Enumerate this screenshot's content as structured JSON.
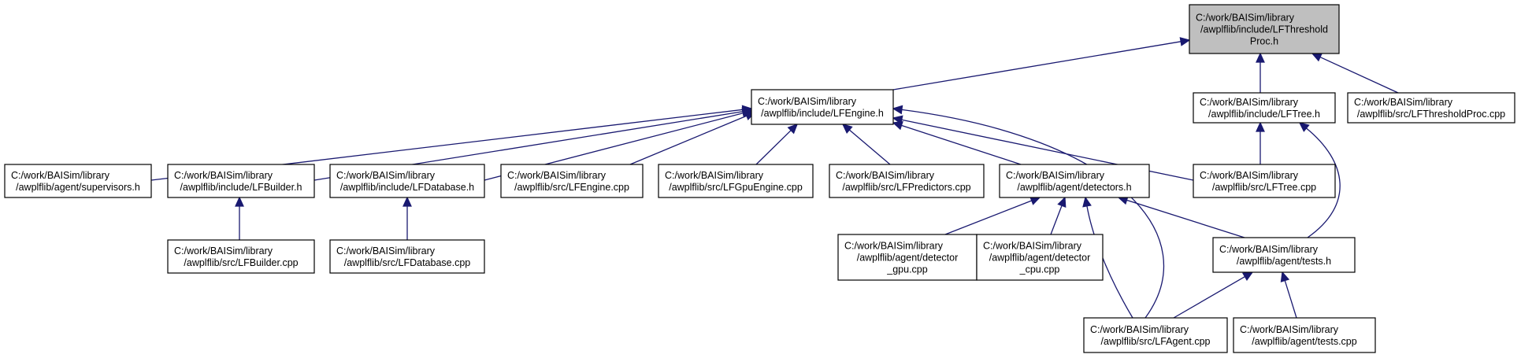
{
  "colors": {
    "edge": "#191970",
    "node_fill": "#ffffff",
    "root_fill": "#bfbfbf",
    "border": "#000000",
    "text": "#000000"
  },
  "nodes": [
    {
      "id": "lfthreshold_h",
      "lines": [
        "C:/work/BAISim/library",
        "/awplflib/include/LFThreshold",
        "Proc.h"
      ],
      "highlight": true
    },
    {
      "id": "lfengine_h",
      "lines": [
        "C:/work/BAISim/library",
        "/awplflib/include/LFEngine.h"
      ]
    },
    {
      "id": "lftree_h",
      "lines": [
        "C:/work/BAISim/library",
        "/awplflib/include/LFTree.h"
      ]
    },
    {
      "id": "lfthreshold_cpp",
      "lines": [
        "C:/work/BAISim/library",
        "/awplflib/src/LFThresholdProc.cpp"
      ]
    },
    {
      "id": "supervisors_h",
      "lines": [
        "C:/work/BAISim/library",
        "/awplflib/agent/supervisors.h"
      ]
    },
    {
      "id": "lfbuilder_h",
      "lines": [
        "C:/work/BAISim/library",
        "/awplflib/include/LFBuilder.h"
      ]
    },
    {
      "id": "lfdatabase_h",
      "lines": [
        "C:/work/BAISim/library",
        "/awplflib/include/LFDatabase.h"
      ]
    },
    {
      "id": "lfengine_cpp",
      "lines": [
        "C:/work/BAISim/library",
        "/awplflib/src/LFEngine.cpp"
      ]
    },
    {
      "id": "lfgpuengine_cpp",
      "lines": [
        "C:/work/BAISim/library",
        "/awplflib/src/LFGpuEngine.cpp"
      ]
    },
    {
      "id": "lfpredictors_cpp",
      "lines": [
        "C:/work/BAISim/library",
        "/awplflib/src/LFPredictors.cpp"
      ]
    },
    {
      "id": "detectors_h",
      "lines": [
        "C:/work/BAISim/library",
        "/awplflib/agent/detectors.h"
      ]
    },
    {
      "id": "lftree_cpp",
      "lines": [
        "C:/work/BAISim/library",
        "/awplflib/src/LFTree.cpp"
      ]
    },
    {
      "id": "lfbuilder_cpp",
      "lines": [
        "C:/work/BAISim/library",
        "/awplflib/src/LFBuilder.cpp"
      ]
    },
    {
      "id": "lfdatabase_cpp",
      "lines": [
        "C:/work/BAISim/library",
        "/awplflib/src/LFDatabase.cpp"
      ]
    },
    {
      "id": "detector_gpu_cpp",
      "lines": [
        "C:/work/BAISim/library",
        "/awplflib/agent/detector",
        "_gpu.cpp"
      ]
    },
    {
      "id": "detector_cpu_cpp",
      "lines": [
        "C:/work/BAISim/library",
        "/awplflib/agent/detector",
        "_cpu.cpp"
      ]
    },
    {
      "id": "tests_h",
      "lines": [
        "C:/work/BAISim/library",
        "/awplflib/agent/tests.h"
      ]
    },
    {
      "id": "lfagent_cpp",
      "lines": [
        "C:/work/BAISim/library",
        "/awplflib/src/LFAgent.cpp"
      ]
    },
    {
      "id": "tests_cpp",
      "lines": [
        "C:/work/BAISim/library",
        "/awplflib/agent/tests.cpp"
      ]
    }
  ],
  "edges": [
    {
      "from": "lfengine_h",
      "to": "lfthreshold_h"
    },
    {
      "from": "lftree_h",
      "to": "lfthreshold_h"
    },
    {
      "from": "lfthreshold_cpp",
      "to": "lfthreshold_h"
    },
    {
      "from": "supervisors_h",
      "to": "lfengine_h"
    },
    {
      "from": "lfbuilder_h",
      "to": "lfengine_h"
    },
    {
      "from": "lfdatabase_h",
      "to": "lfengine_h"
    },
    {
      "from": "lfengine_cpp",
      "to": "lfengine_h"
    },
    {
      "from": "lfgpuengine_cpp",
      "to": "lfengine_h"
    },
    {
      "from": "lfpredictors_cpp",
      "to": "lfengine_h"
    },
    {
      "from": "detectors_h",
      "to": "lfengine_h"
    },
    {
      "from": "lftree_cpp",
      "to": "lfengine_h"
    },
    {
      "from": "lfagent_cpp",
      "to": "lfengine_h"
    },
    {
      "from": "lftree_cpp",
      "to": "lftree_h"
    },
    {
      "from": "tests_h",
      "to": "lftree_h"
    },
    {
      "from": "lfbuilder_cpp",
      "to": "lfbuilder_h"
    },
    {
      "from": "lfdatabase_cpp",
      "to": "lfdatabase_h"
    },
    {
      "from": "detector_gpu_cpp",
      "to": "detectors_h"
    },
    {
      "from": "detector_cpu_cpp",
      "to": "detectors_h"
    },
    {
      "from": "lfagent_cpp",
      "to": "detectors_h"
    },
    {
      "from": "tests_h",
      "to": "detectors_h"
    },
    {
      "from": "lfagent_cpp",
      "to": "tests_h"
    },
    {
      "from": "tests_cpp",
      "to": "tests_h"
    }
  ]
}
